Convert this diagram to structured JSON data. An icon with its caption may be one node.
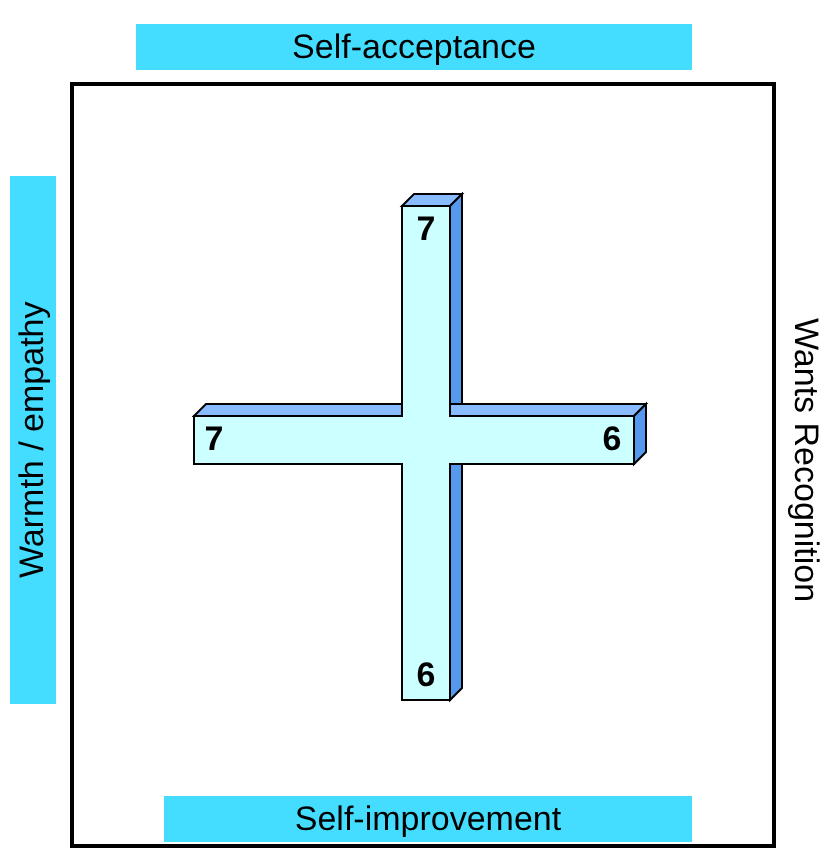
{
  "diagram": {
    "labels": [
      "Self-acceptance",
      "7",
      "Warmth / empathy",
      "7",
      "6",
      "Wants Recognition",
      "6",
      "Self-improvement"
    ]
  }
}
